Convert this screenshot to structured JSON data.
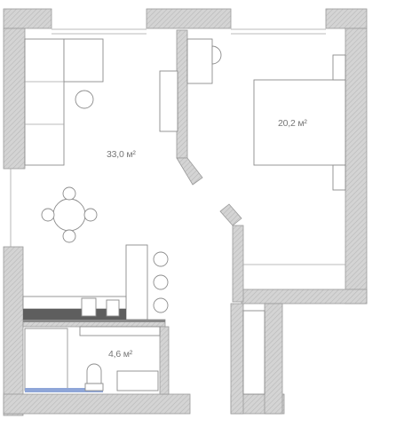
{
  "plan": {
    "rooms": [
      {
        "id": "living-kitchen",
        "area": "33,0 м²"
      },
      {
        "id": "bedroom",
        "area": "20,2 м²"
      },
      {
        "id": "bathroom",
        "area": "4,6 м²"
      }
    ],
    "colors": {
      "wall_fill": "#d4d4d4",
      "wall_hatch": "#b8b8b8",
      "wall_outline": "#9a9a9a",
      "furniture_stroke": "#8c8c8c",
      "label_text": "#777777",
      "countertop_dark": "#5e5e5e",
      "bath_floor": "#8fa6d8"
    }
  }
}
